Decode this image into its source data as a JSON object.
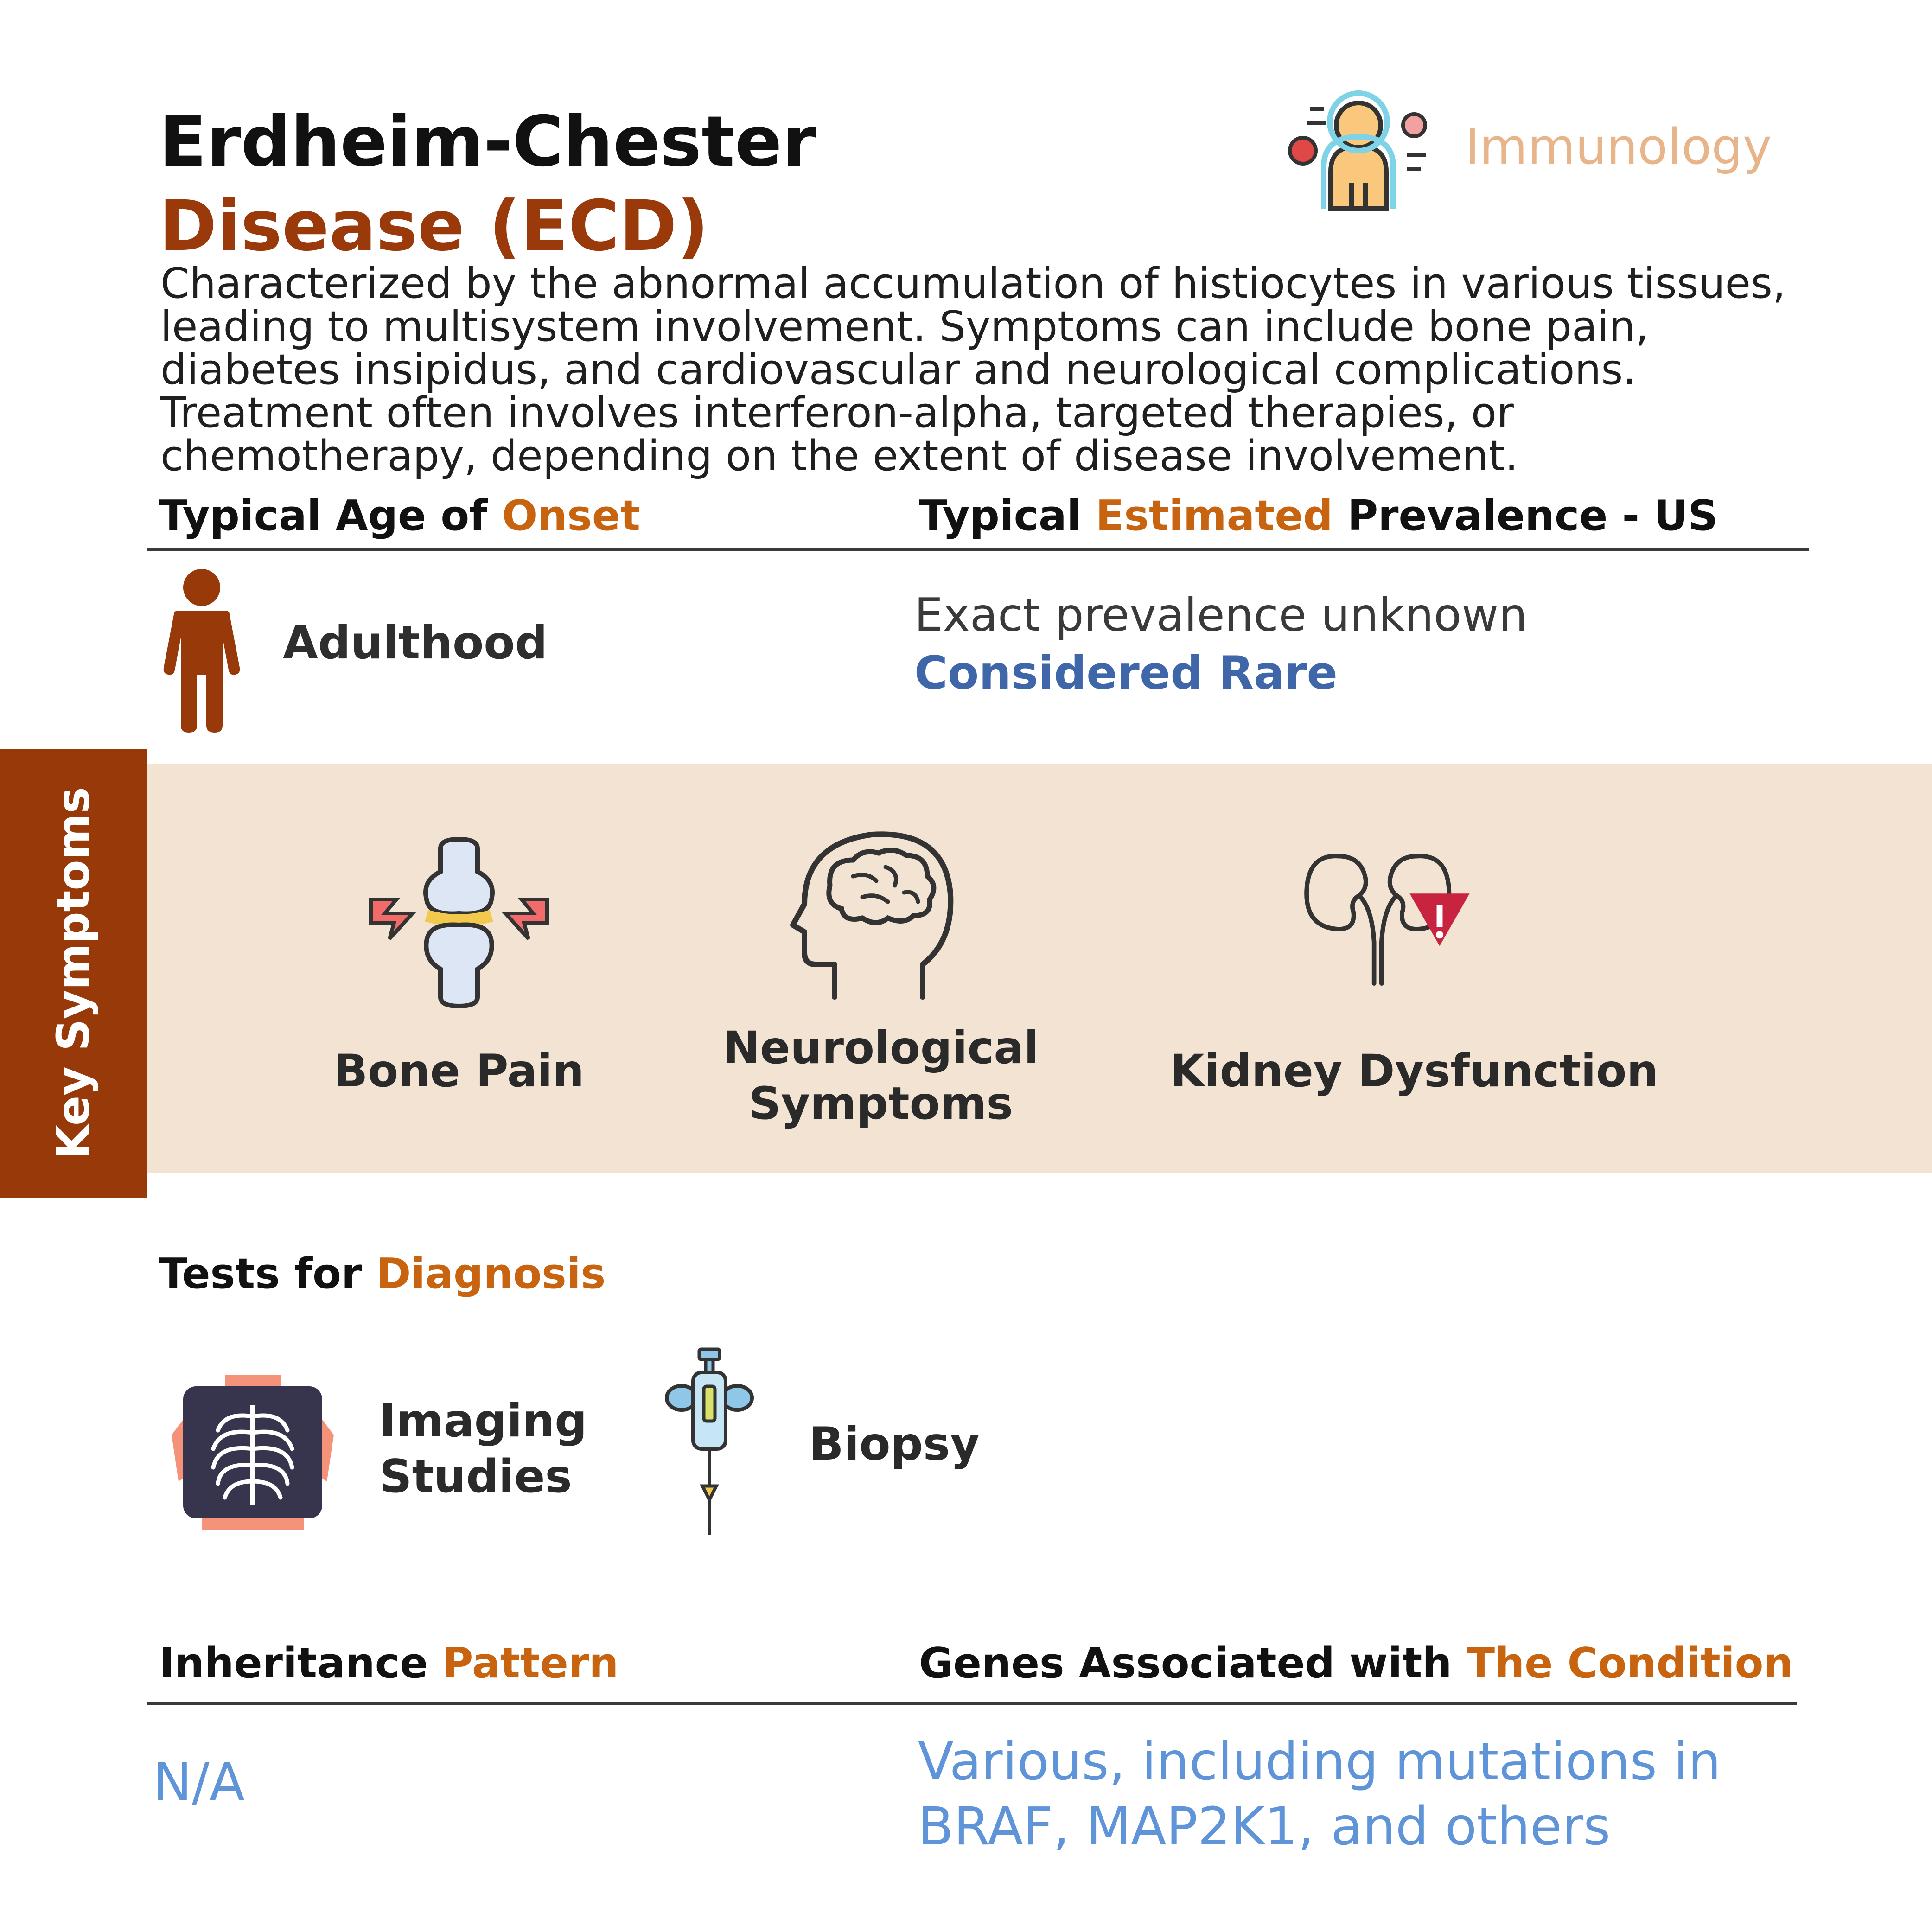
{
  "header": {
    "title_main": "Erdheim-Chester",
    "title_accent": "Disease (ECD)",
    "category": "Immunology",
    "category_icon": "person-with-germs-icon"
  },
  "description": "Characterized by the abnormal accumulation of histiocytes in various tissues, leading to multisystem involvement. Symptoms can include bone pain, diabetes insipidus, and cardiovascular and neurological complications. Treatment often involves interferon-alpha, targeted therapies, or chemotherapy, depending on the extent of disease involvement.",
  "onset": {
    "heading_plain": "Typical Age of",
    "heading_accent": "Onset",
    "value": "Adulthood",
    "icon": "person-icon"
  },
  "prevalence": {
    "heading_plain": "Typical",
    "heading_accent": "Estimated",
    "heading_rest": "Prevalence - US",
    "line1": "Exact prevalence unknown",
    "line2": "Considered Rare"
  },
  "symptoms": {
    "section_label": "Key Symptoms",
    "items": [
      {
        "label": "Bone Pain",
        "icon": "joint-pain-icon"
      },
      {
        "label": "Neurological Symptoms",
        "icon": "brain-head-icon"
      },
      {
        "label": "Kidney Dysfunction",
        "icon": "kidney-warning-icon"
      }
    ]
  },
  "tests": {
    "heading_plain": "Tests for",
    "heading_accent": "Diagnosis",
    "items": [
      {
        "label": "Imaging Studies",
        "icon": "xray-chest-icon"
      },
      {
        "label": "Biopsy",
        "icon": "biopsy-needle-icon"
      }
    ]
  },
  "inheritance": {
    "heading_plain": "Inheritance",
    "heading_accent": "Pattern",
    "value": "N/A"
  },
  "genes": {
    "heading_plain": "Genes Associated with",
    "heading_accent": "The Condition",
    "value": "Various, including mutations in BRAF, MAP2K1, and others"
  },
  "colors": {
    "title_accent": "#9a3a0a",
    "heading_accent": "#c8640f",
    "category": "#e8b58a",
    "rare": "#3f66a8",
    "value_blue": "#5f95d8",
    "band": "#f2e3d3",
    "side_tab": "#98390a"
  }
}
